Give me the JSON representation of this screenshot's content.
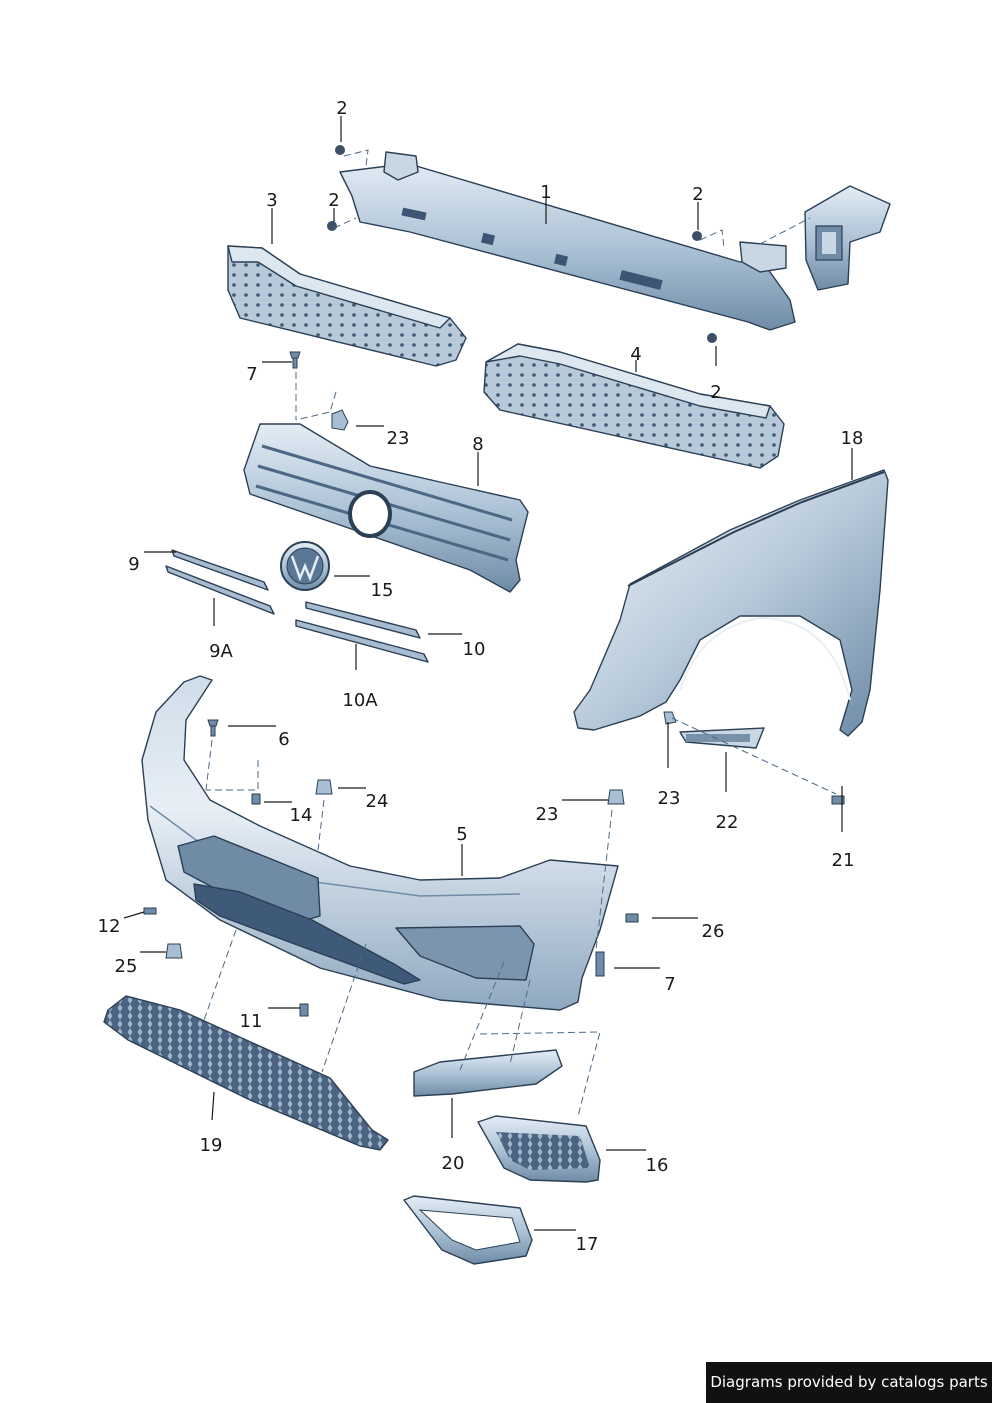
{
  "credit": "Diagrams provided by catalogs parts",
  "callouts": [
    "1",
    "2",
    "2",
    "2",
    "2",
    "3",
    "4",
    "5",
    "6",
    "7",
    "7",
    "8",
    "9",
    "9A",
    "10",
    "10A",
    "11",
    "12",
    "14",
    "15",
    "16",
    "17",
    "18",
    "19",
    "20",
    "21",
    "22",
    "23",
    "23",
    "23",
    "24",
    "25",
    "26"
  ]
}
